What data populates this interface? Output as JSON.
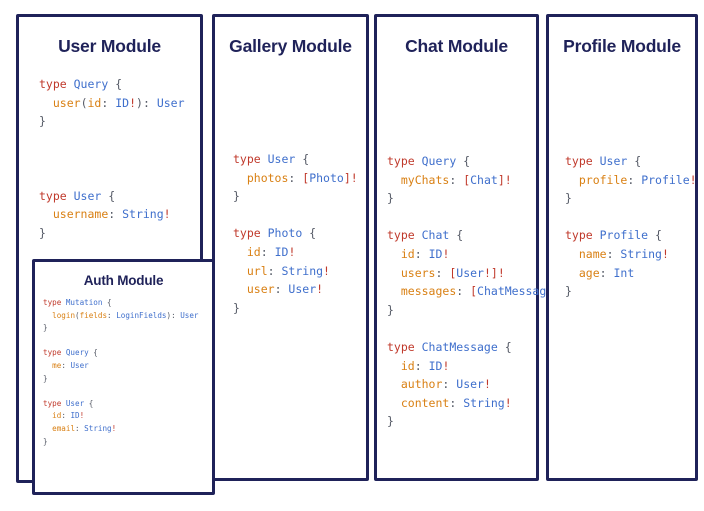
{
  "board": {
    "background_color": "#ffffff",
    "panel_border_color": "#1f2259",
    "title_color": "#1f2259"
  },
  "syntax_colors": {
    "keyword": "#c0392b",
    "type_name": "#3f6fcc",
    "field_name": "#d98014",
    "punctuation": "#555a66",
    "non_null_bang": "#c0392b"
  },
  "panels": [
    {
      "id": "user",
      "title": "User Module",
      "code_lines": [
        [
          {
            "t": "type ",
            "c": "kw"
          },
          {
            "t": "Query",
            "c": "type"
          },
          {
            "t": " {",
            "c": "pun"
          }
        ],
        [
          {
            "t": "  ",
            "c": "pun"
          },
          {
            "t": "user",
            "c": "fld"
          },
          {
            "t": "(",
            "c": "pun"
          },
          {
            "t": "id",
            "c": "fld"
          },
          {
            "t": ": ",
            "c": "pun"
          },
          {
            "t": "ID",
            "c": "type"
          },
          {
            "t": "!",
            "c": "bang"
          },
          {
            "t": ")",
            "c": "pun"
          },
          {
            "t": ": ",
            "c": "pun"
          },
          {
            "t": "User",
            "c": "type"
          }
        ],
        [
          {
            "t": "}",
            "c": "pun"
          }
        ],
        [
          {
            "t": "",
            "c": "pun"
          }
        ],
        [
          {
            "t": "",
            "c": "pun"
          }
        ],
        [
          {
            "t": "",
            "c": "pun"
          }
        ],
        [
          {
            "t": "type ",
            "c": "kw"
          },
          {
            "t": "User",
            "c": "type"
          },
          {
            "t": " {",
            "c": "pun"
          }
        ],
        [
          {
            "t": "  ",
            "c": "pun"
          },
          {
            "t": "username",
            "c": "fld"
          },
          {
            "t": ": ",
            "c": "pun"
          },
          {
            "t": "String",
            "c": "type"
          },
          {
            "t": "!",
            "c": "bang"
          }
        ],
        [
          {
            "t": "}",
            "c": "pun"
          }
        ]
      ]
    },
    {
      "id": "gallery",
      "title": "Gallery Module",
      "code_lines": [
        [
          {
            "t": "type ",
            "c": "kw"
          },
          {
            "t": "User",
            "c": "type"
          },
          {
            "t": " {",
            "c": "pun"
          }
        ],
        [
          {
            "t": "  ",
            "c": "pun"
          },
          {
            "t": "photos",
            "c": "fld"
          },
          {
            "t": ": ",
            "c": "pun"
          },
          {
            "t": "[",
            "c": "bang"
          },
          {
            "t": "Photo",
            "c": "type"
          },
          {
            "t": "]",
            "c": "bang"
          },
          {
            "t": "!",
            "c": "bang"
          }
        ],
        [
          {
            "t": "}",
            "c": "pun"
          }
        ],
        [
          {
            "t": "",
            "c": "pun"
          }
        ],
        [
          {
            "t": "type ",
            "c": "kw"
          },
          {
            "t": "Photo",
            "c": "type"
          },
          {
            "t": " {",
            "c": "pun"
          }
        ],
        [
          {
            "t": "  ",
            "c": "pun"
          },
          {
            "t": "id",
            "c": "fld"
          },
          {
            "t": ": ",
            "c": "pun"
          },
          {
            "t": "ID",
            "c": "type"
          },
          {
            "t": "!",
            "c": "bang"
          }
        ],
        [
          {
            "t": "  ",
            "c": "pun"
          },
          {
            "t": "url",
            "c": "fld"
          },
          {
            "t": ": ",
            "c": "pun"
          },
          {
            "t": "String",
            "c": "type"
          },
          {
            "t": "!",
            "c": "bang"
          }
        ],
        [
          {
            "t": "  ",
            "c": "pun"
          },
          {
            "t": "user",
            "c": "fld"
          },
          {
            "t": ": ",
            "c": "pun"
          },
          {
            "t": "User",
            "c": "type"
          },
          {
            "t": "!",
            "c": "bang"
          }
        ],
        [
          {
            "t": "}",
            "c": "pun"
          }
        ]
      ]
    },
    {
      "id": "chat",
      "title": "Chat Module",
      "code_lines": [
        [
          {
            "t": "type ",
            "c": "kw"
          },
          {
            "t": "Query",
            "c": "type"
          },
          {
            "t": " {",
            "c": "pun"
          }
        ],
        [
          {
            "t": "  ",
            "c": "pun"
          },
          {
            "t": "myChats",
            "c": "fld"
          },
          {
            "t": ": ",
            "c": "pun"
          },
          {
            "t": "[",
            "c": "bang"
          },
          {
            "t": "Chat",
            "c": "type"
          },
          {
            "t": "]",
            "c": "bang"
          },
          {
            "t": "!",
            "c": "bang"
          }
        ],
        [
          {
            "t": "}",
            "c": "pun"
          }
        ],
        [
          {
            "t": "",
            "c": "pun"
          }
        ],
        [
          {
            "t": "type ",
            "c": "kw"
          },
          {
            "t": "Chat",
            "c": "type"
          },
          {
            "t": " {",
            "c": "pun"
          }
        ],
        [
          {
            "t": "  ",
            "c": "pun"
          },
          {
            "t": "id",
            "c": "fld"
          },
          {
            "t": ": ",
            "c": "pun"
          },
          {
            "t": "ID",
            "c": "type"
          },
          {
            "t": "!",
            "c": "bang"
          }
        ],
        [
          {
            "t": "  ",
            "c": "pun"
          },
          {
            "t": "users",
            "c": "fld"
          },
          {
            "t": ": ",
            "c": "pun"
          },
          {
            "t": "[",
            "c": "bang"
          },
          {
            "t": "User",
            "c": "type"
          },
          {
            "t": "!",
            "c": "bang"
          },
          {
            "t": "]",
            "c": "bang"
          },
          {
            "t": "!",
            "c": "bang"
          }
        ],
        [
          {
            "t": "  ",
            "c": "pun"
          },
          {
            "t": "messages",
            "c": "fld"
          },
          {
            "t": ": ",
            "c": "pun"
          },
          {
            "t": "[",
            "c": "bang"
          },
          {
            "t": "ChatMessage",
            "c": "type"
          },
          {
            "t": "]",
            "c": "bang"
          },
          {
            "t": "!",
            "c": "bang"
          }
        ],
        [
          {
            "t": "}",
            "c": "pun"
          }
        ],
        [
          {
            "t": "",
            "c": "pun"
          }
        ],
        [
          {
            "t": "type ",
            "c": "kw"
          },
          {
            "t": "ChatMessage",
            "c": "type"
          },
          {
            "t": " {",
            "c": "pun"
          }
        ],
        [
          {
            "t": "  ",
            "c": "pun"
          },
          {
            "t": "id",
            "c": "fld"
          },
          {
            "t": ": ",
            "c": "pun"
          },
          {
            "t": "ID",
            "c": "type"
          },
          {
            "t": "!",
            "c": "bang"
          }
        ],
        [
          {
            "t": "  ",
            "c": "pun"
          },
          {
            "t": "author",
            "c": "fld"
          },
          {
            "t": ": ",
            "c": "pun"
          },
          {
            "t": "User",
            "c": "type"
          },
          {
            "t": "!",
            "c": "bang"
          }
        ],
        [
          {
            "t": "  ",
            "c": "pun"
          },
          {
            "t": "content",
            "c": "fld"
          },
          {
            "t": ": ",
            "c": "pun"
          },
          {
            "t": "String",
            "c": "type"
          },
          {
            "t": "!",
            "c": "bang"
          }
        ],
        [
          {
            "t": "}",
            "c": "pun"
          }
        ]
      ]
    },
    {
      "id": "profile",
      "title": "Profile Module",
      "code_lines": [
        [
          {
            "t": "type ",
            "c": "kw"
          },
          {
            "t": "User",
            "c": "type"
          },
          {
            "t": " {",
            "c": "pun"
          }
        ],
        [
          {
            "t": "  ",
            "c": "pun"
          },
          {
            "t": "profile",
            "c": "fld"
          },
          {
            "t": ": ",
            "c": "pun"
          },
          {
            "t": "Profile",
            "c": "type"
          },
          {
            "t": "!",
            "c": "bang"
          }
        ],
        [
          {
            "t": "}",
            "c": "pun"
          }
        ],
        [
          {
            "t": "",
            "c": "pun"
          }
        ],
        [
          {
            "t": "type ",
            "c": "kw"
          },
          {
            "t": "Profile",
            "c": "type"
          },
          {
            "t": " {",
            "c": "pun"
          }
        ],
        [
          {
            "t": "  ",
            "c": "pun"
          },
          {
            "t": "name",
            "c": "fld"
          },
          {
            "t": ": ",
            "c": "pun"
          },
          {
            "t": "String",
            "c": "type"
          },
          {
            "t": "!",
            "c": "bang"
          }
        ],
        [
          {
            "t": "  ",
            "c": "pun"
          },
          {
            "t": "age",
            "c": "fld"
          },
          {
            "t": ": ",
            "c": "pun"
          },
          {
            "t": "Int",
            "c": "type"
          }
        ],
        [
          {
            "t": "}",
            "c": "pun"
          }
        ]
      ]
    }
  ],
  "nested_panel": {
    "id": "auth",
    "parent": "user",
    "title": "Auth Module",
    "code_lines": [
      [
        {
          "t": "type ",
          "c": "kw"
        },
        {
          "t": "Mutation",
          "c": "type"
        },
        {
          "t": " {",
          "c": "pun"
        }
      ],
      [
        {
          "t": "  ",
          "c": "pun"
        },
        {
          "t": "login",
          "c": "fld"
        },
        {
          "t": "(",
          "c": "pun"
        },
        {
          "t": "fields",
          "c": "fld"
        },
        {
          "t": ": ",
          "c": "pun"
        },
        {
          "t": "LoginFields",
          "c": "type"
        },
        {
          "t": ")",
          "c": "pun"
        },
        {
          "t": ": ",
          "c": "pun"
        },
        {
          "t": "User",
          "c": "type"
        }
      ],
      [
        {
          "t": "}",
          "c": "pun"
        }
      ],
      [
        {
          "t": "",
          "c": "pun"
        }
      ],
      [
        {
          "t": "type ",
          "c": "kw"
        },
        {
          "t": "Query",
          "c": "type"
        },
        {
          "t": " {",
          "c": "pun"
        }
      ],
      [
        {
          "t": "  ",
          "c": "pun"
        },
        {
          "t": "me",
          "c": "fld"
        },
        {
          "t": ": ",
          "c": "pun"
        },
        {
          "t": "User",
          "c": "type"
        }
      ],
      [
        {
          "t": "}",
          "c": "pun"
        }
      ],
      [
        {
          "t": "",
          "c": "pun"
        }
      ],
      [
        {
          "t": "type ",
          "c": "kw"
        },
        {
          "t": "User",
          "c": "type"
        },
        {
          "t": " {",
          "c": "pun"
        }
      ],
      [
        {
          "t": "  ",
          "c": "pun"
        },
        {
          "t": "id",
          "c": "fld"
        },
        {
          "t": ": ",
          "c": "pun"
        },
        {
          "t": "ID",
          "c": "type"
        },
        {
          "t": "!",
          "c": "bang"
        }
      ],
      [
        {
          "t": "  ",
          "c": "pun"
        },
        {
          "t": "email",
          "c": "fld"
        },
        {
          "t": ": ",
          "c": "pun"
        },
        {
          "t": "String",
          "c": "type"
        },
        {
          "t": "!",
          "c": "bang"
        }
      ],
      [
        {
          "t": "}",
          "c": "pun"
        }
      ]
    ]
  }
}
